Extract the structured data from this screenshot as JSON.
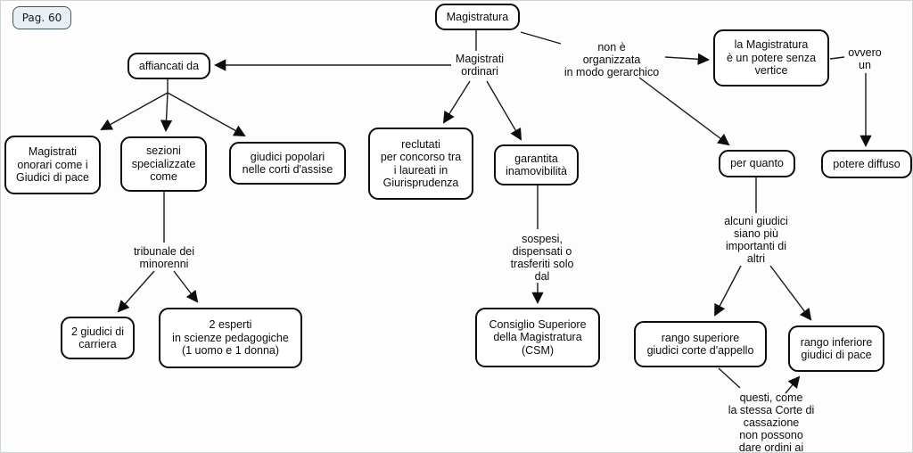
{
  "page": {
    "tag": "Pag. 60"
  },
  "colors": {
    "background": "#fdfdfd",
    "node_fill": "#ffffff",
    "node_border": "#0d0d0d",
    "line": "#1a1a1a",
    "page_tag_fill": "#e9f0f4",
    "page_tag_border": "#48565e"
  },
  "nodes": {
    "magistratura": {
      "text": "Magistratura"
    },
    "affiancati_da": {
      "text": "affiancati da"
    },
    "potere_senza_vertice": {
      "text": "la Magistratura\nè un potere senza\nvertice"
    },
    "potere_diffuso": {
      "text": "potere diffuso"
    },
    "per_quanto": {
      "text": "per quanto"
    },
    "magistrati_onorari": {
      "text": "Magistrati\nonorari come i\nGiudici di pace"
    },
    "sezioni_specializzate": {
      "text": "sezioni\nspecializzate\ncome"
    },
    "giudici_popolari": {
      "text": "giudici popolari\nnelle corti d'assise"
    },
    "reclutati": {
      "text": "reclutati\nper concorso tra\ni laureati in\nGiurisprudenza"
    },
    "garantita_inamovibilita": {
      "text": "garantita\ninamovibilità"
    },
    "due_giudici_carriera": {
      "text": "2 giudici di\ncarriera"
    },
    "due_esperti": {
      "text": "2 esperti\nin scienze pedagogiche\n(1 uomo e 1 donna)"
    },
    "csm": {
      "text": "Consiglio Superiore\ndella Magistratura\n(CSM)"
    },
    "rango_superiore": {
      "text": "rango superiore\ngiudici corte d'appello"
    },
    "rango_inferiore": {
      "text": "rango inferiore\ngiudici di pace"
    }
  },
  "labels": {
    "magistrati_ordinari": {
      "text": "Magistrati\nordinari"
    },
    "non_organizzata": {
      "text": "non è\norganizzata\nin modo gerarchico"
    },
    "ovvero_un": {
      "text": "ovvero\nun"
    },
    "tribunale_minorenni": {
      "text": "tribunale dei\nminorenni"
    },
    "sospesi": {
      "text": "sospesi,\ndispensati o\ntrasferiti solo\ndal"
    },
    "alcuni_giudici": {
      "text": "alcuni giudici\nsiano più\nimportanti di\naltri"
    },
    "questi_come": {
      "text": "questi, come\nla stessa Corte di\ncassazione\nnon possono\ndare ordini ai"
    }
  },
  "edges": [
    {
      "from": "magistratura",
      "to": "magistrati_ordinari",
      "arrowhead": false
    },
    {
      "from": "magistrati_ordinari",
      "to": "affiancati_da",
      "arrowhead": true
    },
    {
      "from": "magistratura",
      "to": "non_organizzata",
      "arrowhead": false
    },
    {
      "from": "non_organizzata",
      "to": "potere_senza_vertice",
      "arrowhead": true
    },
    {
      "from": "non_organizzata",
      "to": "per_quanto",
      "arrowhead": true
    },
    {
      "from": "potere_senza_vertice",
      "to": "ovvero_un",
      "arrowhead": false
    },
    {
      "from": "ovvero_un",
      "to": "potere_diffuso",
      "arrowhead": true
    },
    {
      "from": "affiancati_da",
      "to": "magistrati_onorari",
      "arrowhead": true
    },
    {
      "from": "affiancati_da",
      "to": "sezioni_specializzate",
      "arrowhead": true
    },
    {
      "from": "affiancati_da",
      "to": "giudici_popolari",
      "arrowhead": true
    },
    {
      "from": "sezioni_specializzate",
      "to": "tribunale_minorenni",
      "arrowhead": false
    },
    {
      "from": "tribunale_minorenni",
      "to": "due_giudici_carriera",
      "arrowhead": true
    },
    {
      "from": "tribunale_minorenni",
      "to": "due_esperti",
      "arrowhead": true
    },
    {
      "from": "magistrati_ordinari",
      "to": "reclutati",
      "arrowhead": true
    },
    {
      "from": "magistrati_ordinari",
      "to": "garantita_inamovibilita",
      "arrowhead": true
    },
    {
      "from": "garantita_inamovibilita",
      "to": "sospesi",
      "arrowhead": false
    },
    {
      "from": "sospesi",
      "to": "csm",
      "arrowhead": true
    },
    {
      "from": "per_quanto",
      "to": "alcuni_giudici",
      "arrowhead": false
    },
    {
      "from": "alcuni_giudici",
      "to": "rango_superiore",
      "arrowhead": true
    },
    {
      "from": "alcuni_giudici",
      "to": "rango_inferiore",
      "arrowhead": true
    },
    {
      "from": "rango_superiore",
      "to": "questi_come",
      "arrowhead": false
    },
    {
      "from": "questi_come",
      "to": "rango_inferiore",
      "arrowhead": true
    }
  ]
}
